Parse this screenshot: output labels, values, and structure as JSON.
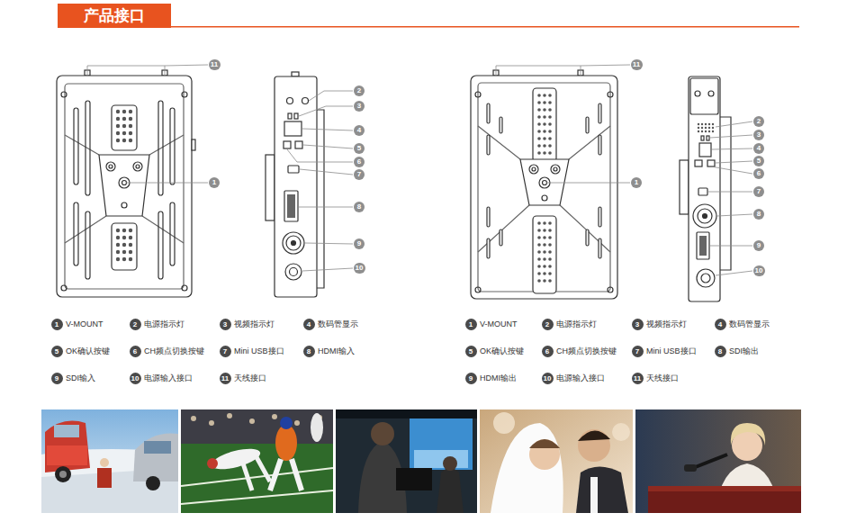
{
  "diagram": {
    "title": "产品接口",
    "nodes": [
      {
        "text": [
          "11"
        ]
      },
      {
        "text": [
          "2"
        ]
      },
      {
        "text": [
          "3"
        ]
      },
      {
        "text": [
          "4"
        ]
      },
      {
        "text": [
          "5"
        ]
      },
      {
        "text": [
          "6"
        ]
      },
      {
        "text": [
          "7"
        ]
      },
      {
        "text": [
          "8"
        ]
      },
      {
        "text": [
          "1"
        ]
      },
      {
        "text": [
          "9"
        ]
      },
      {
        "text": [
          "10"
        ]
      },
      {
        "text": [
          "1"
        ]
      },
      {
        "text": [
          "2"
        ]
      },
      {
        "text": [
          "3"
        ]
      },
      {
        "text": [
          "4"
        ]
      },
      {
        "text": [
          "5"
        ]
      },
      {
        "text": [
          "6"
        ]
      },
      {
        "text": [
          "7"
        ]
      },
      {
        "text": [
          "8"
        ]
      },
      {
        "text": [
          "9"
        ]
      },
      {
        "text": [
          "10"
        ]
      },
      {
        "text": [
          "11"
        ]
      },
      {
        "text": [
          "11"
        ]
      },
      {
        "text": [
          "2"
        ]
      },
      {
        "text": [
          "3"
        ]
      },
      {
        "text": [
          "4"
        ]
      },
      {
        "text": [
          "5"
        ]
      },
      {
        "text": [
          "6"
        ]
      },
      {
        "text": [
          "7"
        ]
      },
      {
        "text": [
          "8"
        ]
      },
      {
        "text": [
          "1"
        ]
      },
      {
        "text": [
          "9"
        ]
      },
      {
        "text": [
          "10"
        ]
      },
      {
        "text": [
          "1"
        ]
      },
      {
        "text": [
          "2"
        ]
      },
      {
        "text": [
          "3"
        ]
      },
      {
        "text": [
          "4"
        ]
      },
      {
        "text": [
          "5"
        ]
      },
      {
        "text": [
          "6"
        ]
      },
      {
        "text": [
          "7"
        ]
      },
      {
        "text": [
          "8"
        ]
      },
      {
        "text": [
          "9"
        ]
      },
      {
        "text": [
          "10"
        ]
      },
      {
        "text": [
          "11"
        ]
      }
    ],
    "labels": [
      "V-MOUNT",
      "电源指示灯",
      "视频指示灯",
      "数码管显示",
      "OK确认按键",
      "CH频点切换按键",
      "Mini USB接口",
      "HDMI输入",
      "SDI输入",
      "电源输入接口",
      "天线接口",
      "V-MOUNT",
      "电源指示灯",
      "视频指示灯",
      "数码管显示",
      "OK确认按键",
      "CH频点切换按键",
      "Mini USB接口",
      "SDI输出",
      "HDMI输出",
      "电源输入接口",
      "天线接口"
    ]
  }
}
